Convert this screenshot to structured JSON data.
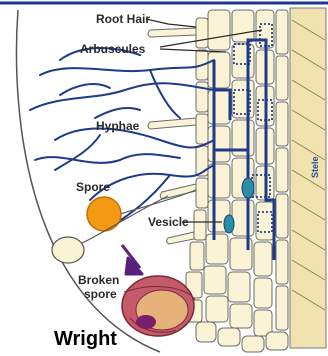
{
  "diagram": {
    "labels": {
      "root_hair": "Root Hair",
      "arbuscules": "Arbuscules",
      "hyphae": "Hyphae",
      "spore": "Spore",
      "vesicle": "Vesicle",
      "broken_spore_line1": "Broken",
      "broken_spore_line2": "spore",
      "stele": "Stele",
      "credit": "Wright"
    },
    "colors": {
      "hyphae": "#1e3a8a",
      "cell_fill": "#fbf3d6",
      "cell_stroke": "#6b6b6b",
      "spore": "#f29a14",
      "vesicle": "#2b8fa4",
      "broken_spore": "#c45a6a",
      "arrow": "#5a1f7a",
      "stele_fill": "#f1e3b0"
    }
  }
}
